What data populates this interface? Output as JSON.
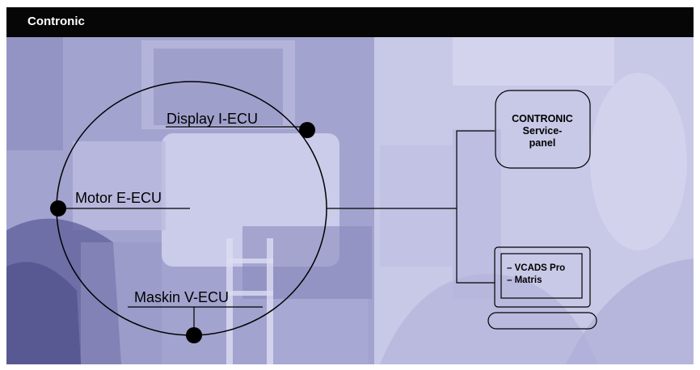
{
  "header": {
    "title": "Contronic"
  },
  "diagram": {
    "ecu_labels": {
      "display": "Display I-ECU",
      "motor": "Motor E-ECU",
      "maskin": "Maskin V-ECU"
    },
    "service_panel": {
      "line1": "CONTRONIC",
      "line2": "Service-",
      "line3": "panel"
    },
    "computer": {
      "line1": "– VCADS Pro",
      "line2": "– Matris"
    }
  },
  "colors": {
    "photo_dark": "#9a9ac8",
    "photo_light": "#c9c9e8",
    "line": "#000000",
    "header_bg": "#060606"
  }
}
